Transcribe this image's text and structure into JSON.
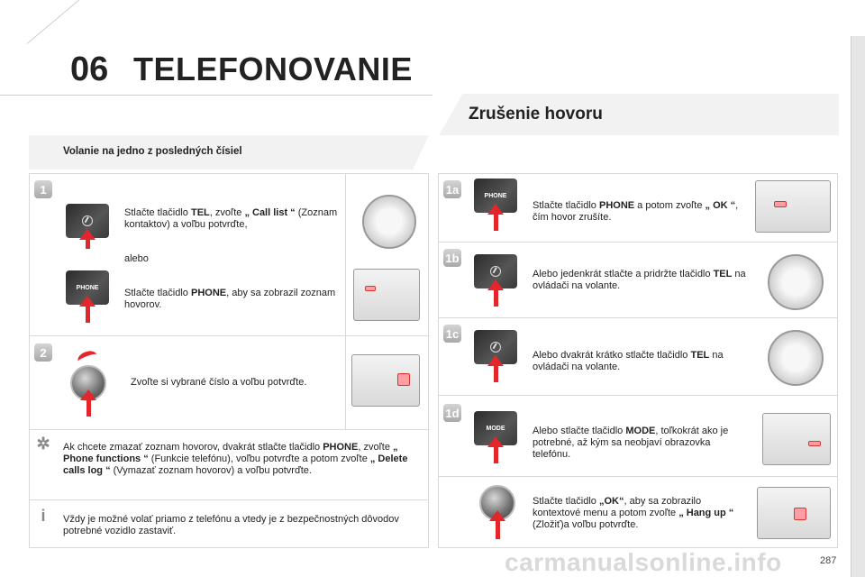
{
  "header": {
    "chapter": "06",
    "title": "TELEFONOVANIE"
  },
  "right_section": {
    "title": "Zrušenie hovoru",
    "steps": [
      {
        "badge": "1a",
        "button": "PHONE",
        "text_html": "Stlačte tlačidlo <b>PHONE</b> a potom zvoľte <b>„ OK “</b>, čím hovor zrušíte."
      },
      {
        "badge": "1b",
        "text_html": "Alebo jedenkrát stlačte a pridržte tlačidlo <b>TEL</b> na ovládači na volante."
      },
      {
        "badge": "1c",
        "text_html": "Alebo dvakrát krátko stlačte tlačidlo <b>TEL</b> na ovládači na volante."
      },
      {
        "badge": "1d",
        "button": "MODE",
        "text_html": "Alebo stlačte tlačidlo <b>MODE</b>, toľkokrát ako je potrebné, až kým sa neobjaví obrazovka telefónu."
      },
      {
        "text_html": "Stlačte tlačidlo <b>„OK“</b>, aby sa zobrazilo kontextové menu a potom zvoľte <b>„ Hang up “</b> (Zložiť)a voľbu potvrďte."
      }
    ]
  },
  "left_section": {
    "subtitle": "Volanie na jedno z posledných čísiel",
    "step1_badge": "1",
    "step1_text1_html": "Stlačte tlačidlo <b>TEL</b>, zvoľte <b>„ Call list “</b> (Zoznam kontaktov) a voľbu potvrďte,",
    "step1_or": "alebo",
    "step1_button": "PHONE",
    "step1_text2_html": "Stlačte tlačidlo <b>PHONE</b>, aby sa zobrazil zoznam hovorov.",
    "step2_badge": "2",
    "step2_text": "Zvoľte si vybrané číslo a voľbu potvrďte.",
    "tip_html": "Ak chcete zmazať zoznam hovorov, dvakrát stlačte tlačidlo <b>PHONE</b>, zvoľte <b>„ Phone functions “</b> (Funkcie telefónu), voľbu potvrďte a potom zvoľte <b>„ Delete calls log “</b> (Vymazať zoznam hovorov) a voľbu potvrďte.",
    "info_text": "Vždy je možné volať priamo z telefónu a vtedy je z bezpečnostných dôvodov potrebné vozidlo zastaviť."
  },
  "footer": {
    "watermark": "carmanualsonline.info",
    "page": "287"
  },
  "colors": {
    "accent_red": "#e3262b",
    "panel_grey": "#f2f2f2"
  }
}
